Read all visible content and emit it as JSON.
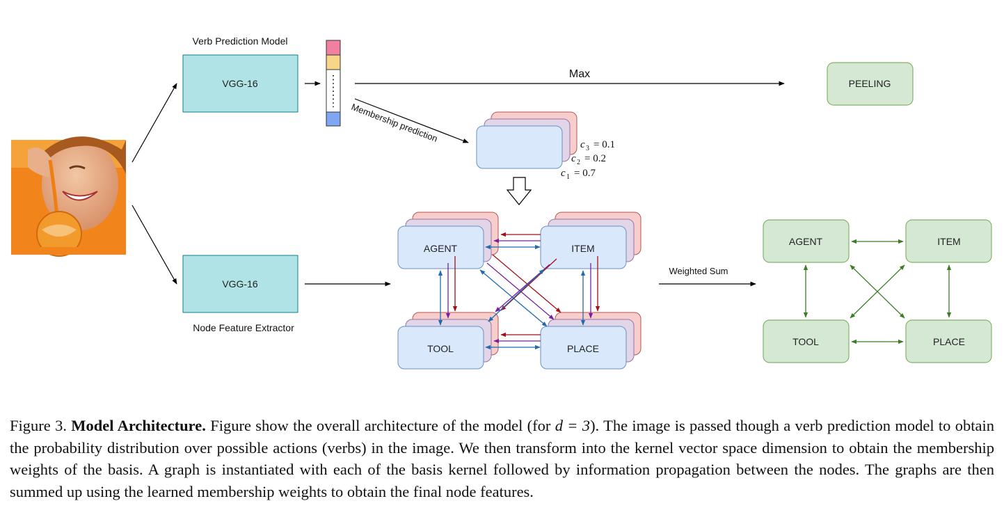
{
  "verb_model": {
    "title": "Verb Prediction Model",
    "box_label": "VGG-16"
  },
  "feature_model": {
    "title": "Node Feature Extractor",
    "box_label": "VGG-16"
  },
  "max_label": "Max",
  "output_verb": "PEELING",
  "membership_label": "Membership prediction",
  "coefficients": [
    {
      "name": "c",
      "sub": "3",
      "value": "= 0.1"
    },
    {
      "name": "c",
      "sub": "2",
      "value": "= 0.2"
    },
    {
      "name": "c",
      "sub": "1",
      "value": "= 0.7"
    }
  ],
  "weighted_sum_label": "Weighted Sum",
  "graph_nodes": {
    "agent": "AGENT",
    "item": "ITEM",
    "tool": "TOOL",
    "place": "PLACE"
  },
  "colors": {
    "vgg_fill": "#b0e3e6",
    "vgg_stroke": "#0e8088",
    "node_blue": "#dae8fc",
    "node_blue_stroke": "#6c8ebf",
    "node_red": "#f8cecc",
    "node_red_stroke": "#b85450",
    "node_purple": "#e1d5e7",
    "node_purple_stroke": "#9673a6",
    "node_green": "#d5e8d4",
    "node_green_stroke": "#82b366",
    "edge_red": "#a50f15",
    "edge_purple": "#7a1fa2",
    "edge_blue": "#1f6bb0",
    "edge_green": "#3a7d22",
    "vec_pink": "#f07fa0",
    "vec_yellow": "#f8d589",
    "vec_blue": "#7ea6f2"
  },
  "caption": {
    "prefix": "Figure 3.",
    "title": "Model Architecture.",
    "text_part1": "Figure show the overall architecture of the model (for",
    "math": "d = 3",
    "text_part2": "). The image is passed though a verb prediction model to obtain the probability distribution over possible actions (verbs) in the image.  We then transform into the kernel vector space dimension to obtain the membership weights of the basis.  A graph is instantiated with each of the basis kernel followed by information propagation between the nodes. The graphs are then summed up using the learned membership weights to obtain the final node features."
  }
}
